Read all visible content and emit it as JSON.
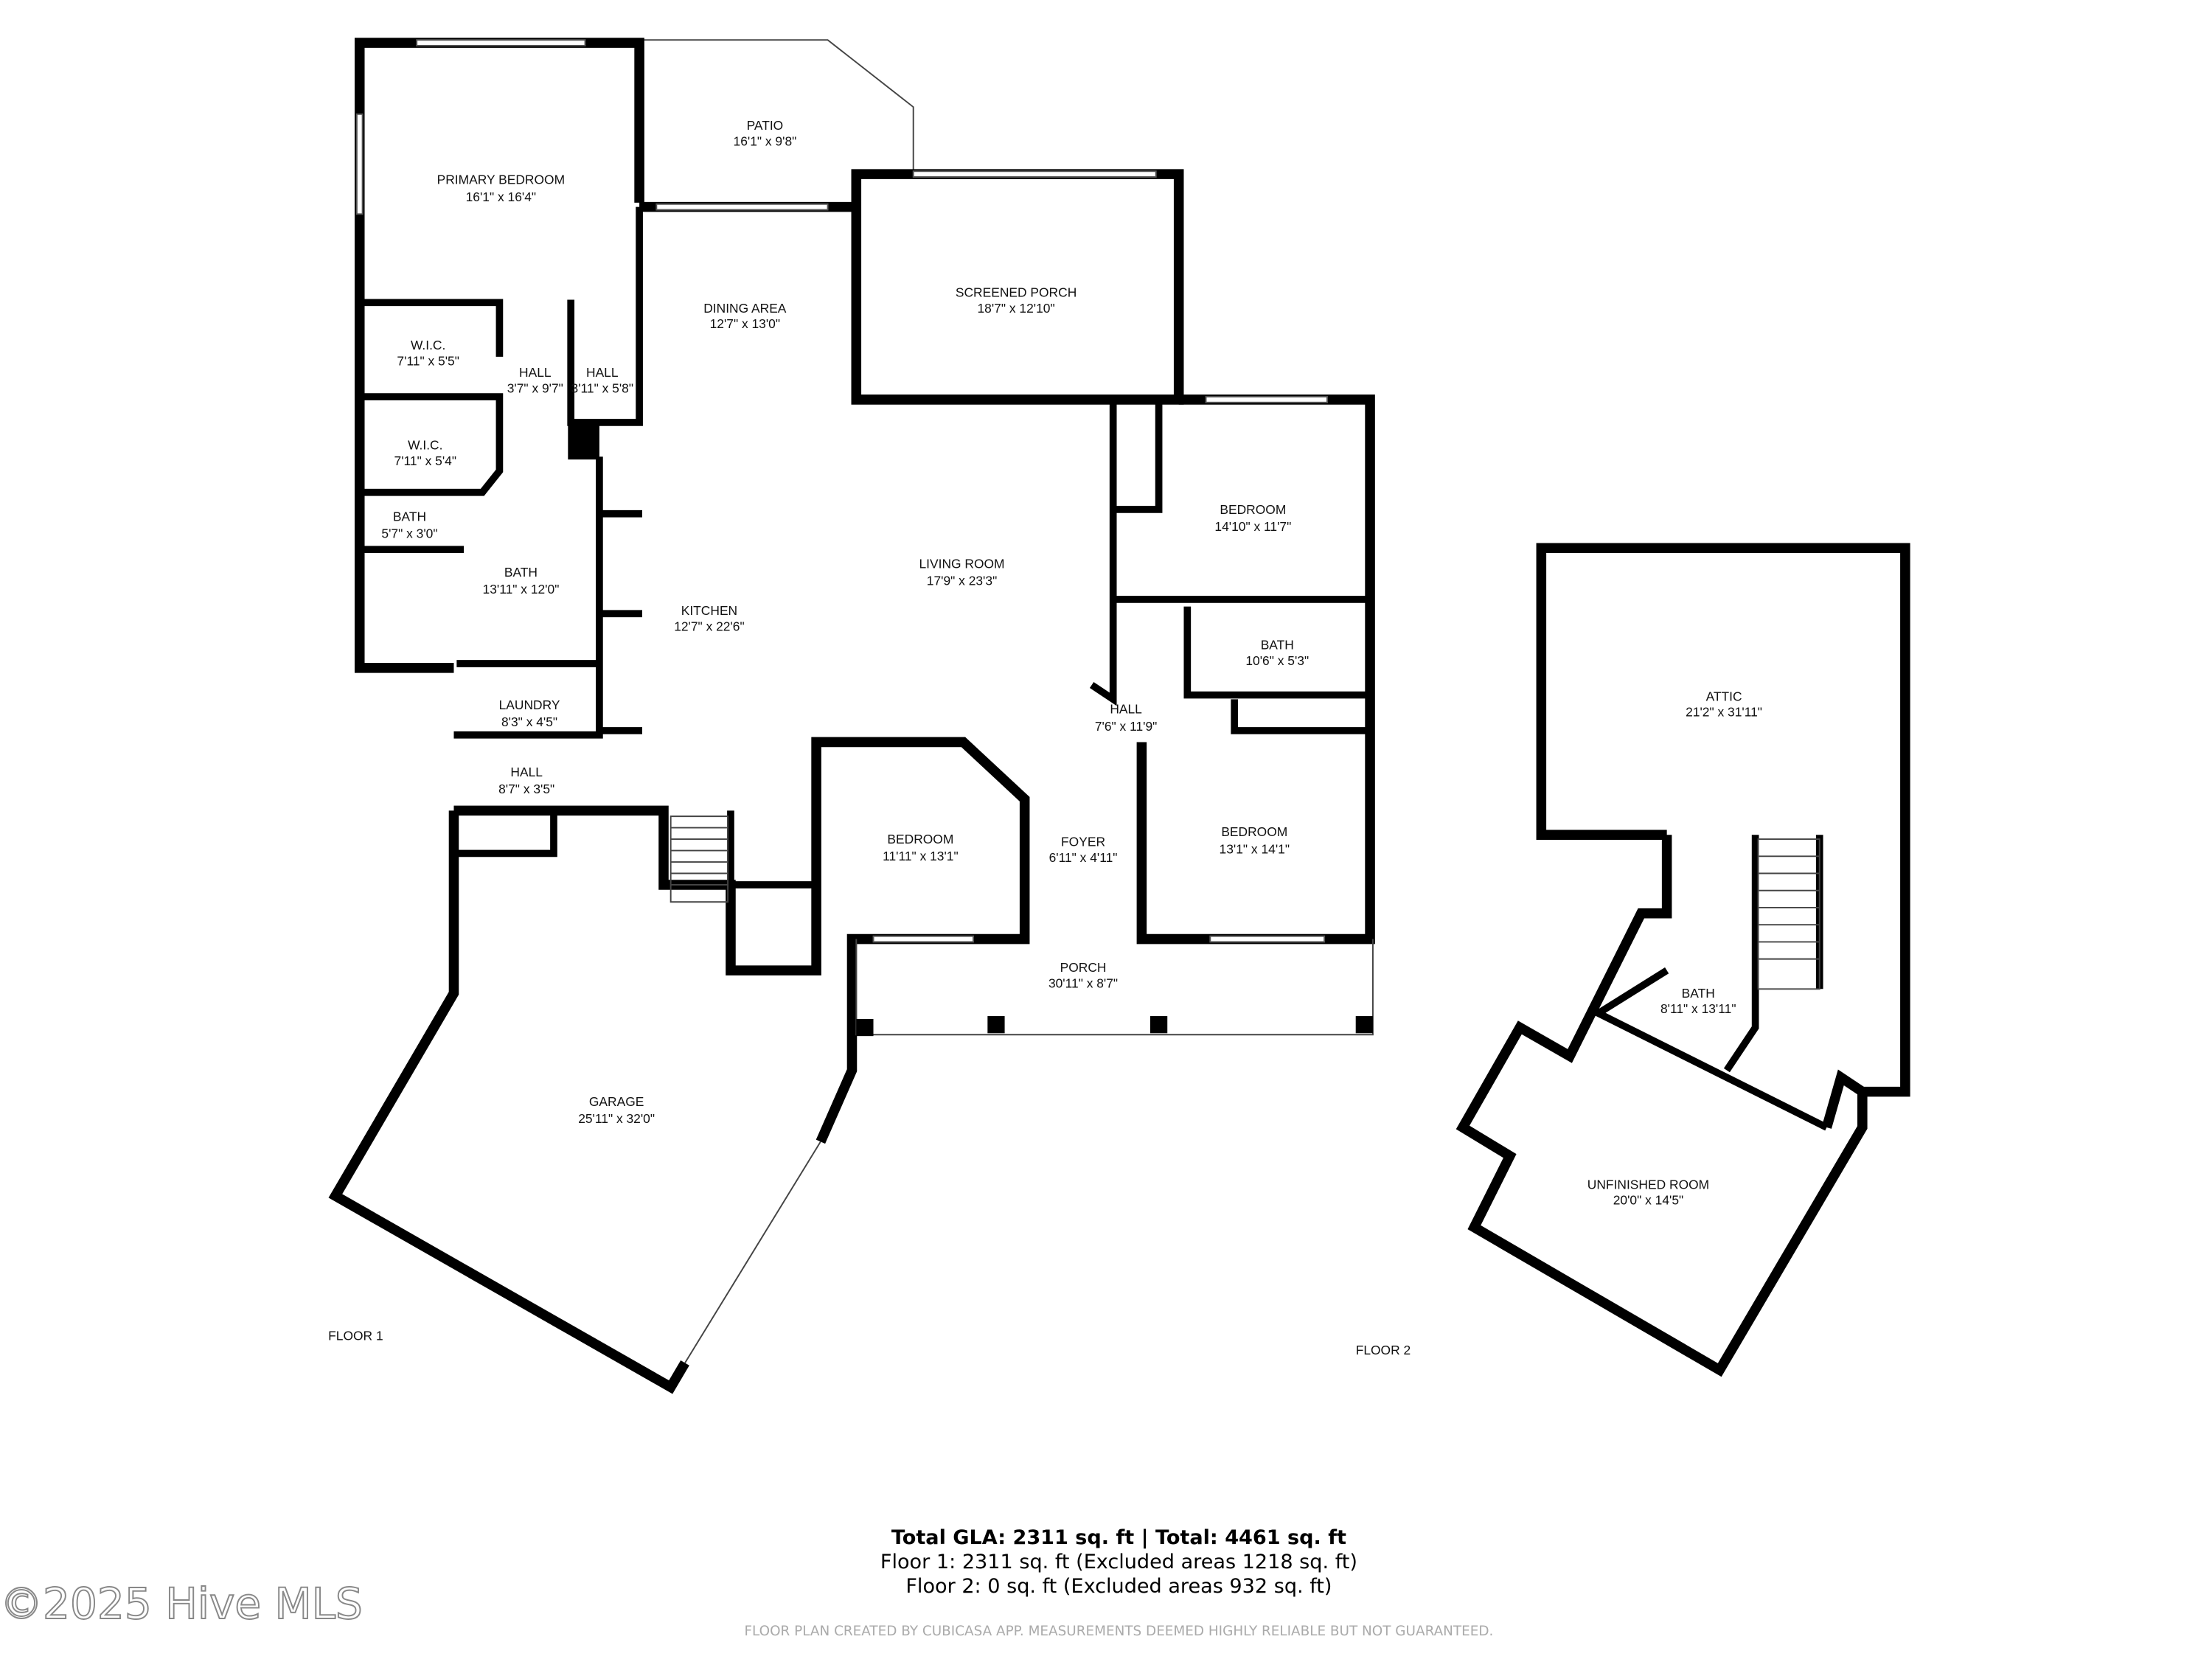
{
  "floor1": {
    "label": "FLOOR 1",
    "rooms": [
      {
        "name": "PATIO",
        "size": "16'1\" x 9'8\""
      },
      {
        "name": "PRIMARY BEDROOM",
        "size": "16'1\" x 16'4\""
      },
      {
        "name": "DINING AREA",
        "size": "12'7\" x 13'0\""
      },
      {
        "name": "SCREENED PORCH",
        "size": "18'7\" x 12'10\""
      },
      {
        "name": "W.I.C.",
        "size": "7'11\" x 5'5\""
      },
      {
        "name": "HALL",
        "size": "3'7\" x 9'7\""
      },
      {
        "name": "HALL",
        "size": "3'11\" x 5'8\""
      },
      {
        "name": "W.I.C.",
        "size": "7'11\" x 5'4\""
      },
      {
        "name": "BEDROOM",
        "size": "14'10\" x 11'7\""
      },
      {
        "name": "BATH",
        "size": "5'7\" x 3'0\""
      },
      {
        "name": "BATH",
        "size": "13'11\" x 12'0\""
      },
      {
        "name": "LIVING ROOM",
        "size": "17'9\" x 23'3\""
      },
      {
        "name": "KITCHEN",
        "size": "12'7\" x 22'6\""
      },
      {
        "name": "BATH",
        "size": "10'6\" x 5'3\""
      },
      {
        "name": "LAUNDRY",
        "size": "8'3\" x 4'5\""
      },
      {
        "name": "HALL",
        "size": "7'6\" x 11'9\""
      },
      {
        "name": "HALL",
        "size": "8'7\" x 3'5\""
      },
      {
        "name": "BEDROOM",
        "size": "11'11\" x 13'1\""
      },
      {
        "name": "BEDROOM",
        "size": "13'1\" x 14'1\""
      },
      {
        "name": "FOYER",
        "size": "6'11\" x 4'11\""
      },
      {
        "name": "PORCH",
        "size": "30'11\" x 8'7\""
      },
      {
        "name": "GARAGE",
        "size": "25'11\" x 32'0\""
      }
    ]
  },
  "floor2": {
    "label": "FLOOR 2",
    "rooms": [
      {
        "name": "ATTIC",
        "size": "21'2\" x 31'11\""
      },
      {
        "name": "BATH",
        "size": "8'11\" x 13'11\""
      },
      {
        "name": "UNFINISHED ROOM",
        "size": "20'0\" x 14'5\""
      }
    ]
  },
  "summary": {
    "total": "Total GLA: 2311 sq. ft | Total: 4461 sq. ft",
    "floor1": "Floor 1: 2311 sq. ft (Excluded areas 1218 sq. ft)",
    "floor2": "Floor 2: 0 sq. ft (Excluded areas 932 sq. ft)"
  },
  "disclaimer": "FLOOR PLAN CREATED BY CUBICASA APP. MEASUREMENTS DEEMED HIGHLY RELIABLE BUT NOT GUARANTEED.",
  "watermark": "©2025 Hive MLS"
}
